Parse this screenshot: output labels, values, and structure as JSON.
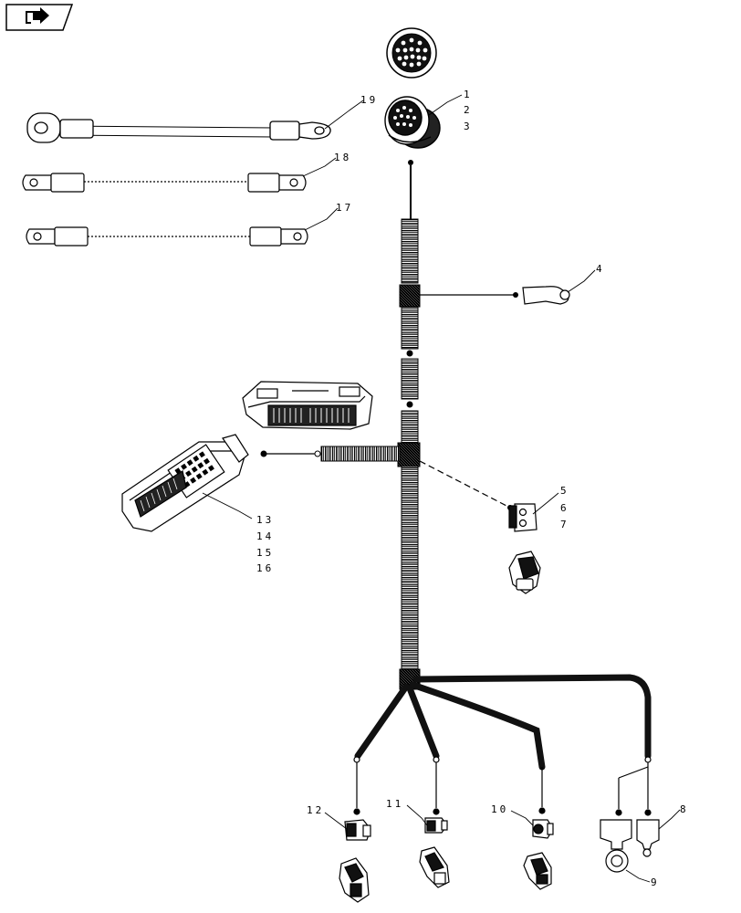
{
  "nav": {
    "icon": "turn-page-arrow-icon"
  },
  "callouts": [
    {
      "id": "c1",
      "text": "1"
    },
    {
      "id": "c2",
      "text": "2"
    },
    {
      "id": "c3",
      "text": "3"
    },
    {
      "id": "c4",
      "text": "4"
    },
    {
      "id": "c5",
      "text": "5"
    },
    {
      "id": "c6",
      "text": "6"
    },
    {
      "id": "c7",
      "text": "7"
    },
    {
      "id": "c8",
      "text": "8"
    },
    {
      "id": "c9",
      "text": "9"
    },
    {
      "id": "c10",
      "text": "10"
    },
    {
      "id": "c11",
      "text": "11"
    },
    {
      "id": "c12",
      "text": "12"
    },
    {
      "id": "c13",
      "text": "13"
    },
    {
      "id": "c14",
      "text": "14"
    },
    {
      "id": "c15",
      "text": "15"
    },
    {
      "id": "c16",
      "text": "16"
    },
    {
      "id": "c17",
      "text": "17"
    },
    {
      "id": "c18",
      "text": "18"
    },
    {
      "id": "c19",
      "text": "19"
    }
  ]
}
